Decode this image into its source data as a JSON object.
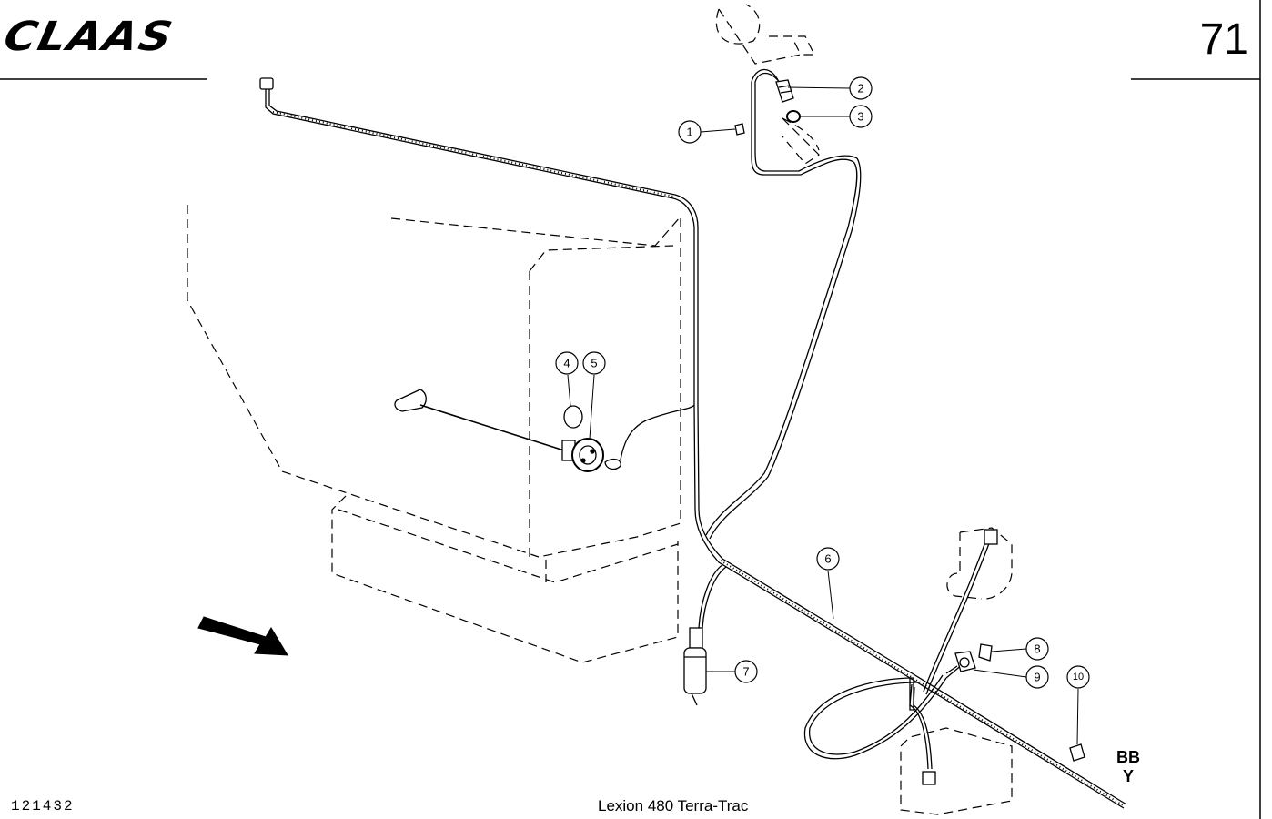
{
  "header": {
    "logo_text": "CLAAS",
    "page_number": "71"
  },
  "footer": {
    "drawing_number": "121432",
    "model": "Lexion 480 Terra-Trac"
  },
  "reference": {
    "line1": "BB",
    "line2": "Y"
  },
  "callouts": [
    {
      "label": "1"
    },
    {
      "label": "2"
    },
    {
      "label": "3"
    },
    {
      "label": "4"
    },
    {
      "label": "5"
    },
    {
      "label": "6"
    },
    {
      "label": "7"
    },
    {
      "label": "8"
    },
    {
      "label": "9"
    },
    {
      "label": "10"
    }
  ]
}
